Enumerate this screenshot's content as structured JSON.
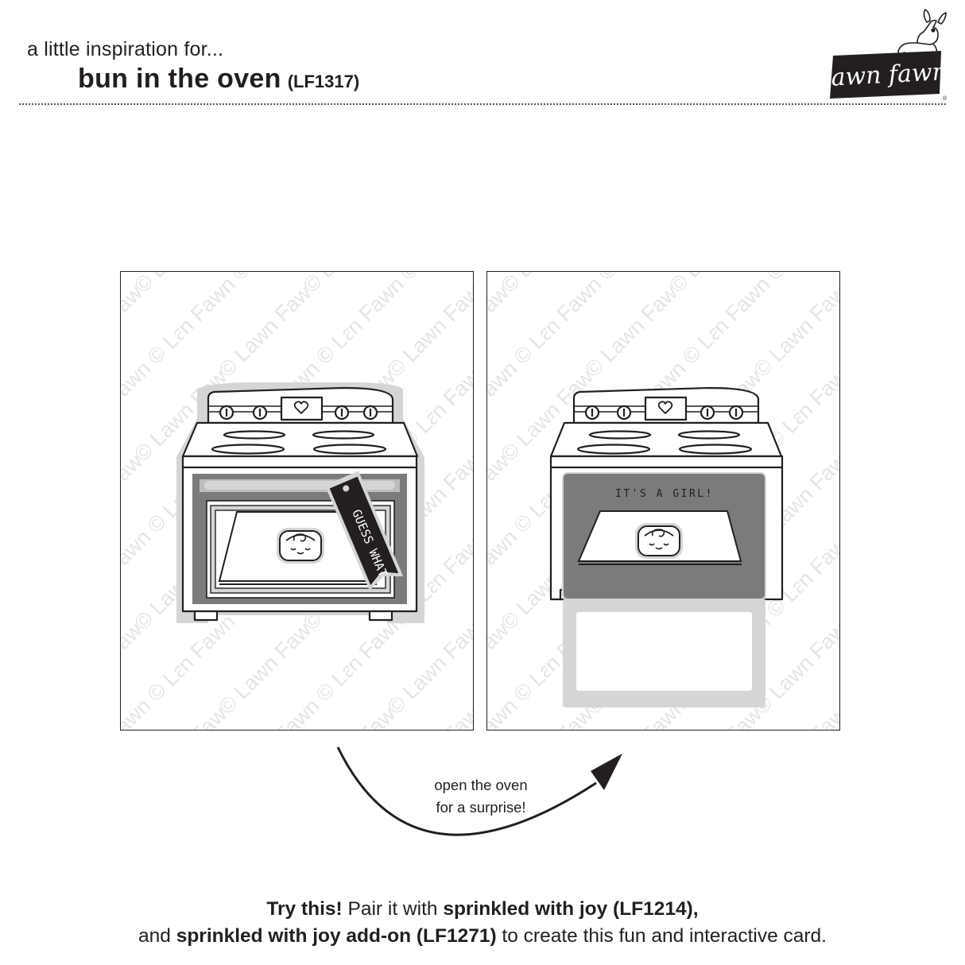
{
  "header": {
    "intro": "a little inspiration for...",
    "title": "bun in the oven",
    "code": "(LF1317)",
    "logo_text": "lawn fawn"
  },
  "watermark": "© Lawn Fawn",
  "cards": {
    "left": {
      "banner_text": "GUESS WHAT"
    },
    "right": {
      "reveal_text": "IT'S A GIRL!"
    }
  },
  "caption": {
    "line1": "open the oven",
    "line2": "for a surprise!"
  },
  "footer": {
    "l1_bold1": "Try this!",
    "l1_text1": " Pair it with ",
    "l1_bold2": "sprinkled with joy (LF1214),",
    "l2_text1": "and ",
    "l2_bold1": "sprinkled with joy add-on (LF1271)",
    "l2_text2": " to create this fun and interactive card."
  },
  "colors": {
    "ink": "#231f20",
    "oven_gray": "#7b7b7b",
    "pale_gray": "#d5d5d5",
    "mid_gray": "#bdbdbd"
  }
}
